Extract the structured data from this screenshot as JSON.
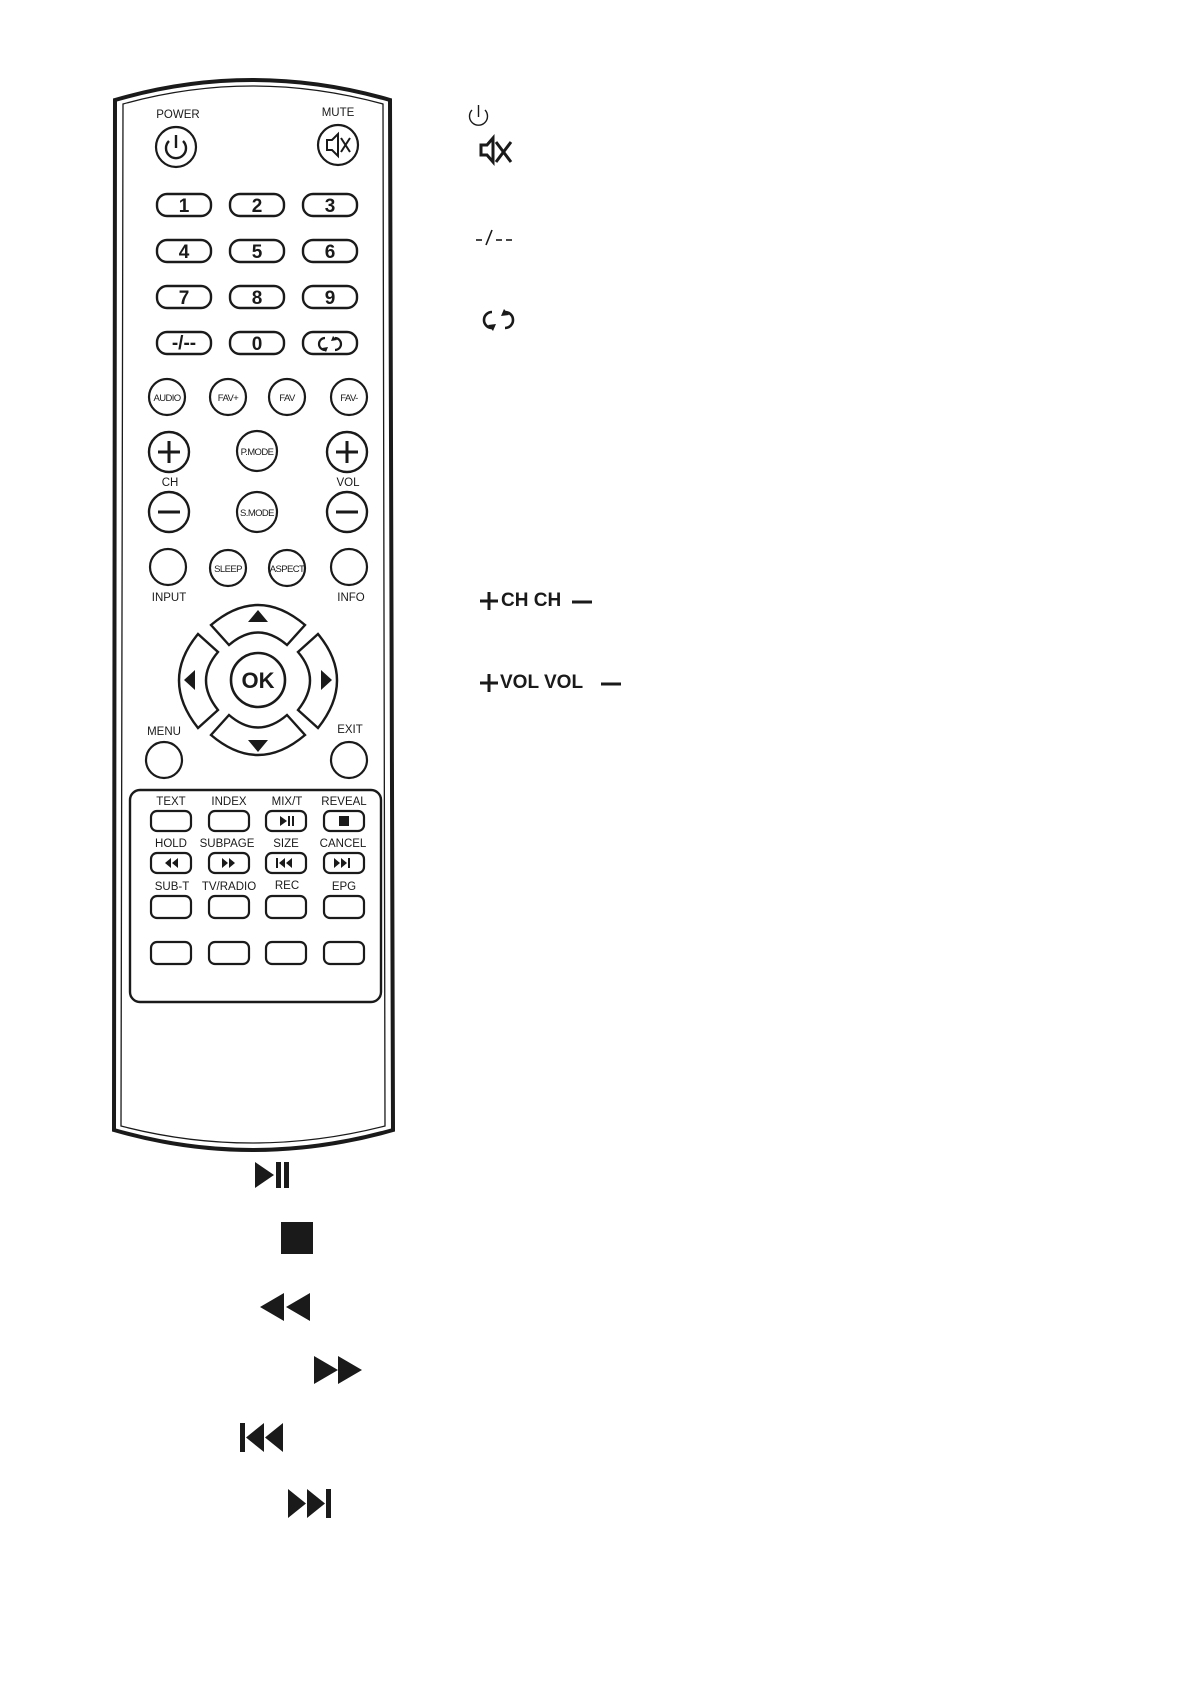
{
  "remote": {
    "power_label": "POWER",
    "mute_label": "MUTE",
    "digits": [
      "1",
      "2",
      "3",
      "4",
      "5",
      "6",
      "7",
      "8",
      "9"
    ],
    "dash_key": "-/--",
    "zero_key": "0",
    "fav_row": [
      "AUDIO",
      "FAV+",
      "FAV",
      "FAV-"
    ],
    "pmode_label": "P.MODE",
    "smode_label": "S.MODE",
    "ch_label": "CH",
    "vol_label": "VOL",
    "sleep_label": "SLEEP",
    "aspect_label": "ASPECT",
    "input_label": "INPUT",
    "info_label": "INFO",
    "ok_label": "OK",
    "menu_label": "MENU",
    "exit_label": "EXIT",
    "row1_labels": [
      "TEXT",
      "INDEX",
      "MIX/T",
      "REVEAL"
    ],
    "row2_labels": [
      "HOLD",
      "SUBPAGE",
      "SIZE",
      "CANCEL"
    ],
    "row3_labels": [
      "SUB-T",
      "TV/RADIO",
      "REC",
      "EPG"
    ]
  },
  "legend": {
    "ch_text": "CH CH",
    "vol_text": "VOL VOL"
  },
  "icons": [
    "power-icon",
    "mute-icon",
    "dash-icon",
    "recall-icon",
    "play-pause-icon",
    "stop-icon",
    "rewind-icon",
    "fast-forward-icon",
    "previous-icon",
    "next-icon"
  ]
}
